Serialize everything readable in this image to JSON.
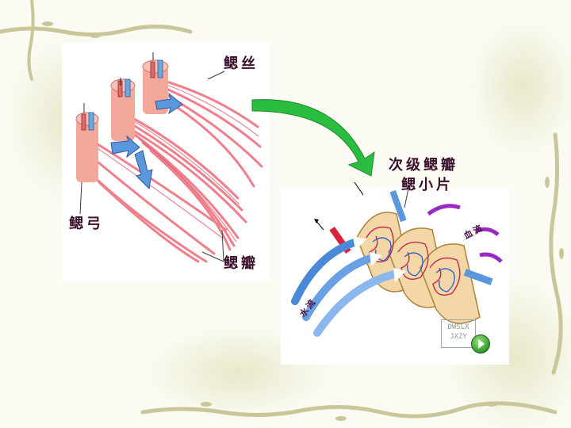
{
  "labels": {
    "gill_filament": "鳃丝",
    "gill_arch": "鳃弓",
    "gill_lamella": "鳃瓣",
    "secondary_gill_plate": "次级鳃瓣",
    "gill_plate": "鳃小片",
    "blood_flow": "血流",
    "water_flow": "水流"
  },
  "watermark": {
    "line1": "DWSLX",
    "line2": "JXZY"
  },
  "colors": {
    "gill_pink": "#f07f8c",
    "arrow_green": "#2bbd3f",
    "water_blue": "#4a88d8",
    "blood_red": "#d8243a",
    "label_color": "#3a0f2c"
  },
  "icons": {
    "play": "play-icon"
  }
}
